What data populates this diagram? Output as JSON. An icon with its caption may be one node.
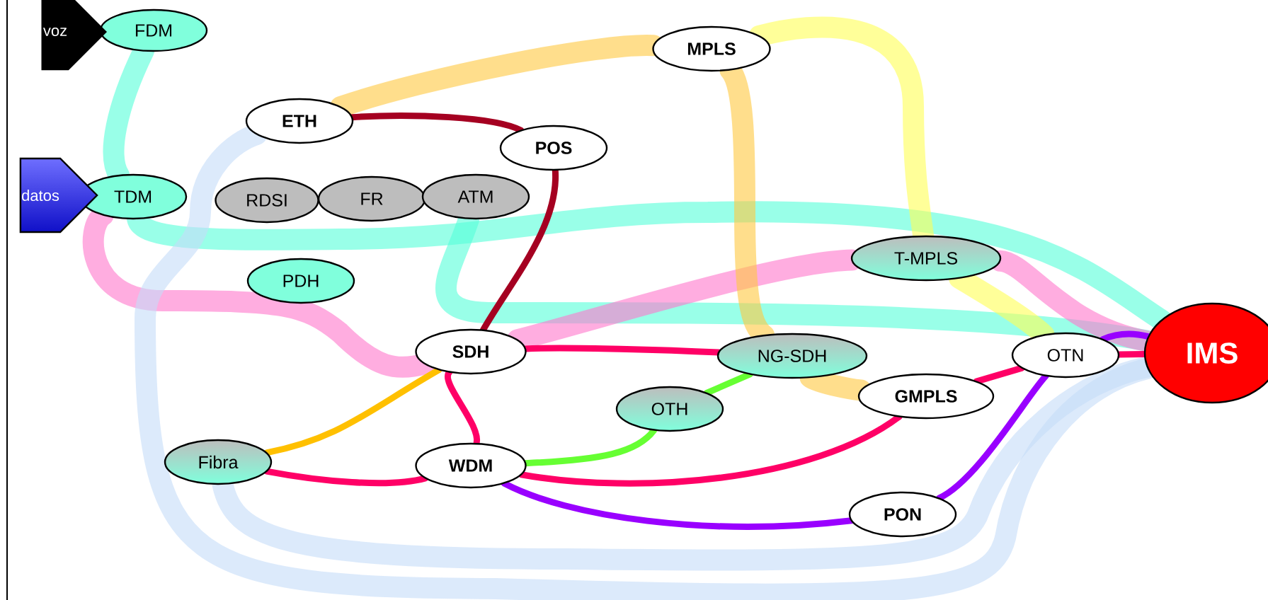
{
  "diagram": {
    "nodes": [
      {
        "text": [
          "FDM"
        ]
      },
      {
        "text": [
          "MPLS"
        ]
      },
      {
        "text": [
          "ETH"
        ]
      },
      {
        "text": [
          "POS"
        ]
      },
      {
        "text": [
          "TDM"
        ]
      },
      {
        "text": [
          "RDSI"
        ]
      },
      {
        "text": [
          "FR"
        ]
      },
      {
        "text": [
          "ATM"
        ]
      },
      {
        "text": [
          "T-MPLS"
        ]
      },
      {
        "text": [
          "PDH"
        ]
      },
      {
        "text": [
          "SDH"
        ]
      },
      {
        "text": [
          "NG-SDH"
        ]
      },
      {
        "text": [
          "OTN"
        ]
      },
      {
        "text": [
          "IMS"
        ]
      },
      {
        "text": [
          "GMPLS"
        ]
      },
      {
        "text": [
          "OTH"
        ]
      },
      {
        "text": [
          "Fibra"
        ]
      },
      {
        "text": [
          "WDM"
        ]
      },
      {
        "text": [
          "PON"
        ]
      },
      {
        "text": [
          "voz"
        ]
      },
      {
        "text": [
          "datos"
        ]
      }
    ],
    "edges": [
      {
        "from": 0,
        "to": 4,
        "arrow": "none",
        "style": "thick",
        "color": "#55ffd8"
      },
      {
        "from": 7,
        "to": 13,
        "arrow": "none",
        "style": "thick",
        "color": "#55ffd8"
      },
      {
        "from": 4,
        "to": 13,
        "arrow": "none",
        "style": "thick",
        "color": "#55ffd8"
      },
      {
        "from": 4,
        "to": 10,
        "arrow": "none",
        "style": "thick",
        "color": "#ff77cc"
      },
      {
        "from": 10,
        "to": 8,
        "arrow": "none",
        "style": "thick",
        "color": "#ff77cc"
      },
      {
        "from": 8,
        "to": 13,
        "arrow": "none",
        "style": "thick",
        "color": "#ff77cc"
      },
      {
        "from": 2,
        "to": 13,
        "arrow": "none",
        "style": "thick",
        "color": "#c4dcf8"
      },
      {
        "from": 16,
        "to": 13,
        "arrow": "none",
        "style": "thick",
        "color": "#c4dcf8"
      },
      {
        "from": 2,
        "to": 1,
        "arrow": "none",
        "style": "thick",
        "color": "#ffc840"
      },
      {
        "from": 1,
        "to": 11,
        "arrow": "none",
        "style": "thick",
        "color": "#ffc840"
      },
      {
        "from": 11,
        "to": 14,
        "arrow": "none",
        "style": "thick",
        "color": "#ffc840"
      },
      {
        "from": 1,
        "to": 8,
        "arrow": "none",
        "style": "thick",
        "color": "#ffff55"
      },
      {
        "from": 8,
        "to": 12,
        "arrow": "none",
        "style": "thick",
        "color": "#ffff55"
      },
      {
        "from": 2,
        "to": 3,
        "arrow": "none",
        "color": "#a50021"
      },
      {
        "from": 3,
        "to": 10,
        "arrow": "none",
        "color": "#a50021"
      },
      {
        "from": 16,
        "to": 10,
        "arrow": "none",
        "color": "#ffc000"
      },
      {
        "from": 10,
        "to": 11,
        "arrow": "none",
        "color": "#ff0066"
      },
      {
        "from": 10,
        "to": 17,
        "arrow": "none",
        "color": "#ff0066"
      },
      {
        "from": 16,
        "to": 17,
        "arrow": "none",
        "color": "#ff0066"
      },
      {
        "from": 17,
        "to": 14,
        "arrow": "none",
        "color": "#ff0066"
      },
      {
        "from": 14,
        "to": 12,
        "arrow": "none",
        "color": "#ff0066"
      },
      {
        "from": 17,
        "to": 15,
        "arrow": "none",
        "color": "#66ff33"
      },
      {
        "from": 15,
        "to": 11,
        "arrow": "none",
        "color": "#66ff33"
      },
      {
        "from": 17,
        "to": 18,
        "arrow": "none",
        "color": "#9900ff"
      },
      {
        "from": 18,
        "to": 12,
        "arrow": "none",
        "color": "#9900ff"
      },
      {
        "from": 12,
        "to": 13,
        "arrow": "none",
        "color": "#9900ff"
      },
      {
        "from": 12,
        "to": 13,
        "arrow": "none",
        "color": "#ff0066"
      }
    ]
  }
}
